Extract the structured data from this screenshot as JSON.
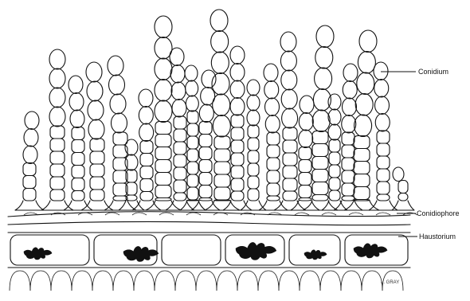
{
  "labels": {
    "conidium": "Conidium",
    "conidiophore": "Conidiophore",
    "haustorium": "Haustorium"
  },
  "signature": "L. GRAY"
}
